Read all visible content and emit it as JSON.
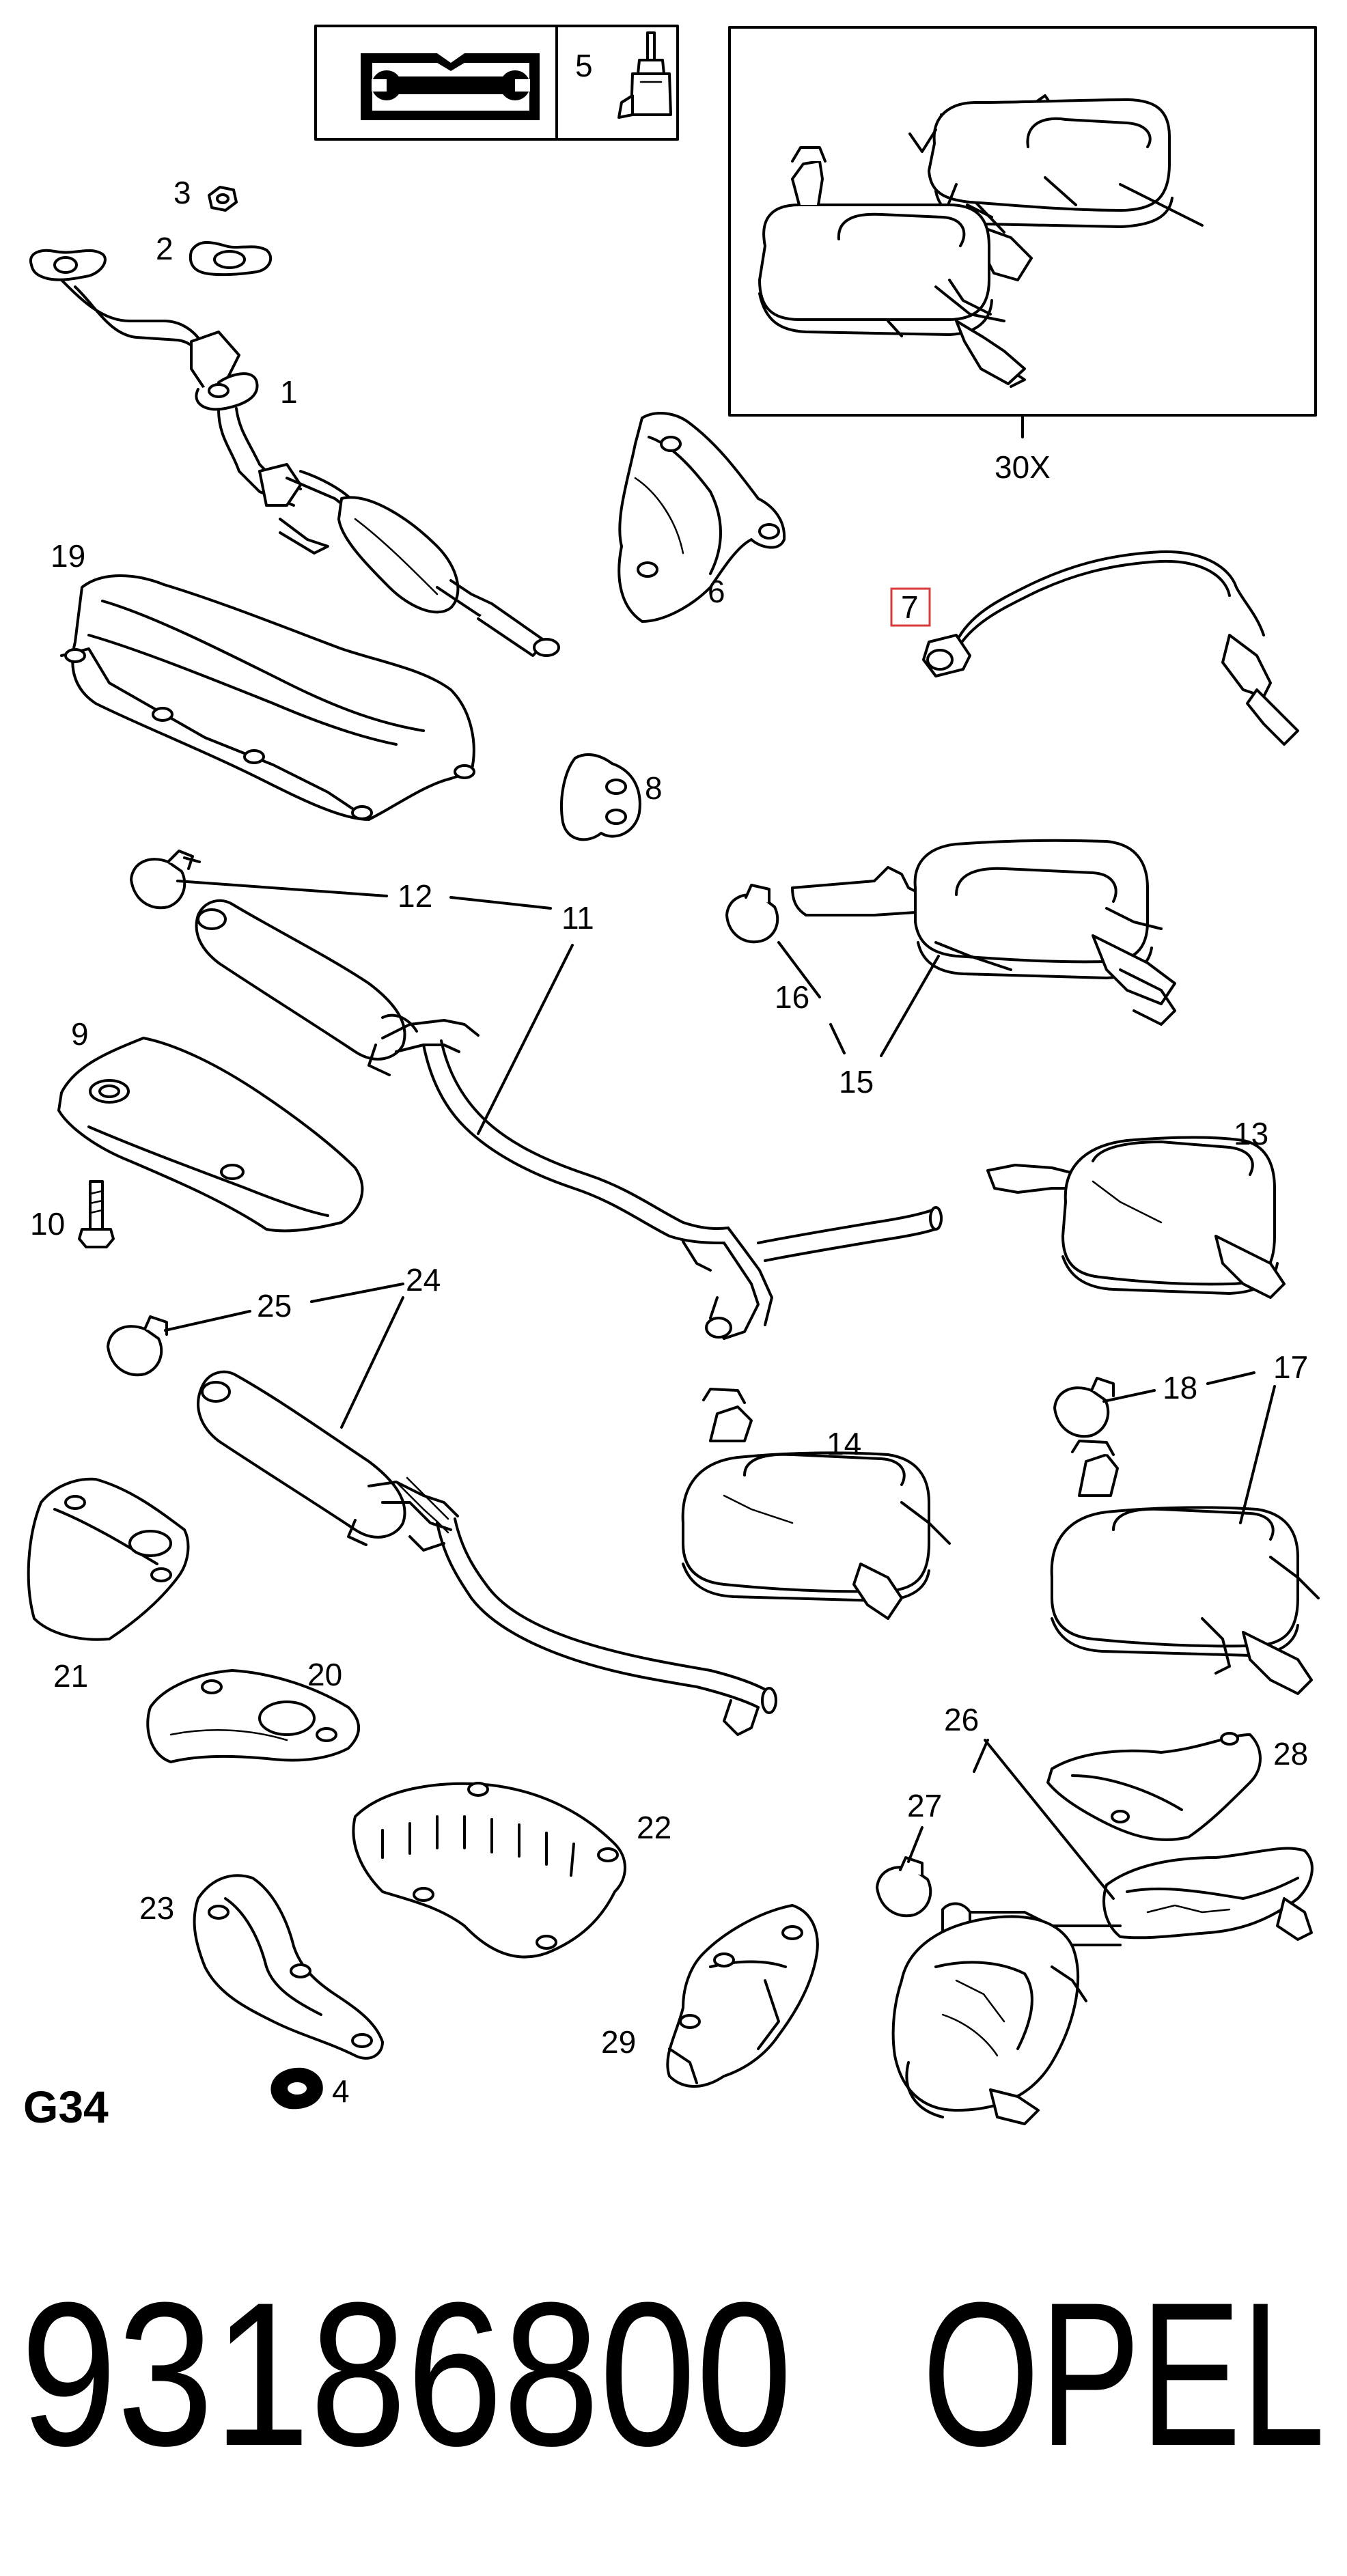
{
  "diagram": {
    "section_code": "G34",
    "highlighted_callout": "7",
    "highlight_color": "#d93a3a",
    "group_label": "30X",
    "callouts": [
      {
        "id": "c1",
        "label": "1"
      },
      {
        "id": "c2",
        "label": "2"
      },
      {
        "id": "c3",
        "label": "3"
      },
      {
        "id": "c4",
        "label": "4"
      },
      {
        "id": "c5",
        "label": "5"
      },
      {
        "id": "c6",
        "label": "6"
      },
      {
        "id": "c7",
        "label": "7"
      },
      {
        "id": "c8",
        "label": "8"
      },
      {
        "id": "c9",
        "label": "9"
      },
      {
        "id": "c10",
        "label": "10"
      },
      {
        "id": "c11",
        "label": "11"
      },
      {
        "id": "c12",
        "label": "12"
      },
      {
        "id": "c13",
        "label": "13"
      },
      {
        "id": "c14",
        "label": "14"
      },
      {
        "id": "c15",
        "label": "15"
      },
      {
        "id": "c16",
        "label": "16"
      },
      {
        "id": "c17",
        "label": "17"
      },
      {
        "id": "c18",
        "label": "18"
      },
      {
        "id": "c19",
        "label": "19"
      },
      {
        "id": "c20",
        "label": "20"
      },
      {
        "id": "c21",
        "label": "21"
      },
      {
        "id": "c22",
        "label": "22"
      },
      {
        "id": "c23",
        "label": "23"
      },
      {
        "id": "c24",
        "label": "24"
      },
      {
        "id": "c25",
        "label": "25"
      },
      {
        "id": "c26",
        "label": "26"
      },
      {
        "id": "c27",
        "label": "27"
      },
      {
        "id": "c28",
        "label": "28"
      },
      {
        "id": "c29",
        "label": "29"
      }
    ]
  },
  "footer": {
    "part_number": "93186800",
    "brand": "OPEL"
  }
}
